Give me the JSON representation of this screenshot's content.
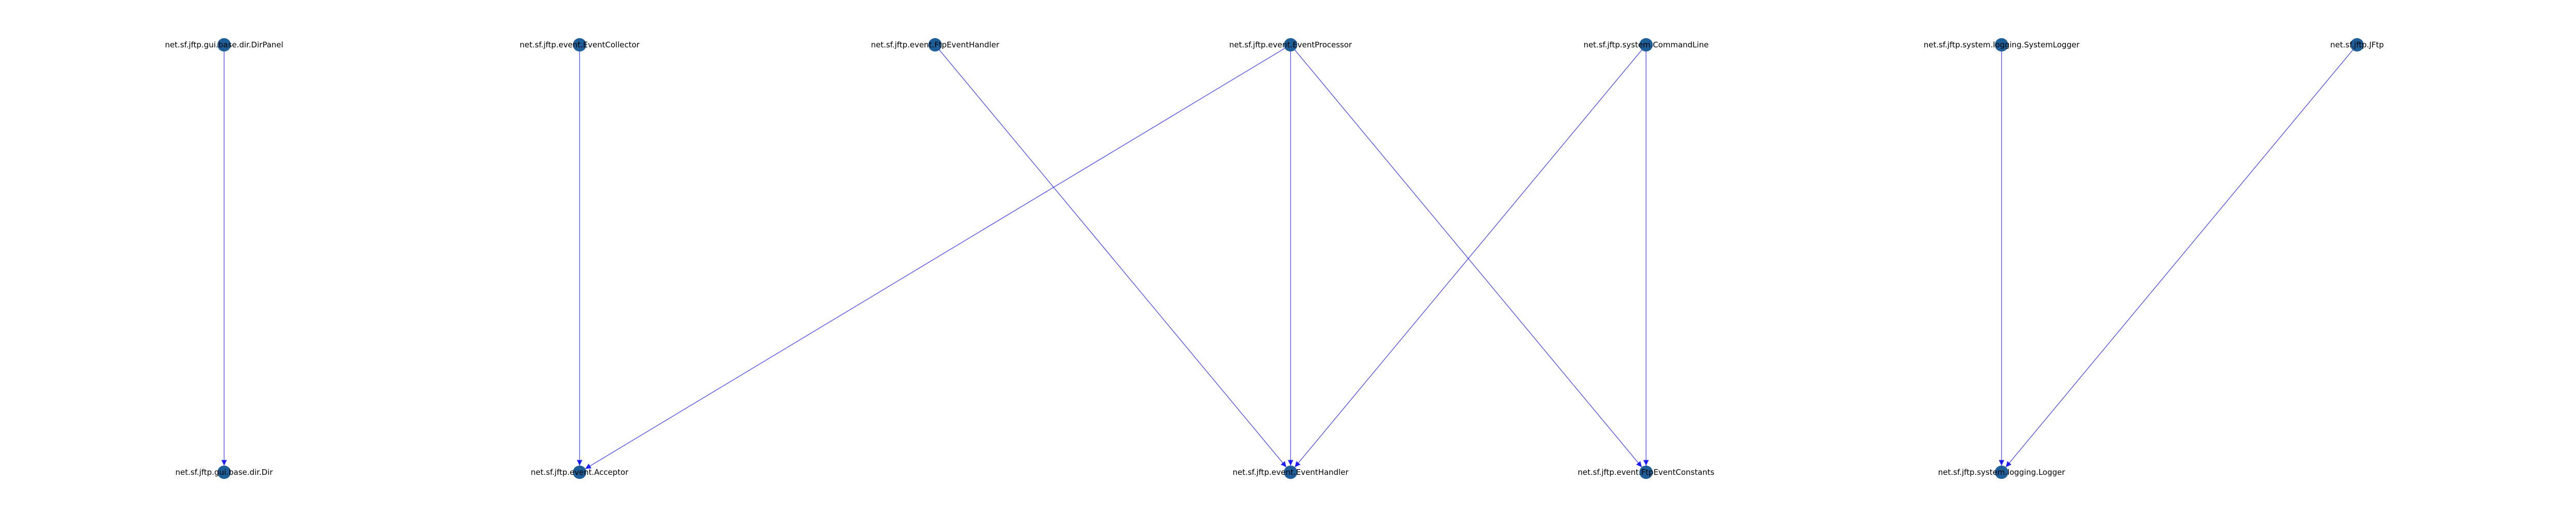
{
  "graph": {
    "node_color": "#1f5f99",
    "edge_color": "#0000ff",
    "nodes": [
      {
        "id": "n1",
        "label": "net.sf.jftp.gui.base.dir.DirPanel"
      },
      {
        "id": "n2",
        "label": "net.sf.jftp.event.EventCollector"
      },
      {
        "id": "n3",
        "label": "net.sf.jftp.event.FtpEventHandler"
      },
      {
        "id": "n4",
        "label": "net.sf.jftp.event.EventProcessor"
      },
      {
        "id": "n5",
        "label": "net.sf.jftp.system.CommandLine"
      },
      {
        "id": "n6",
        "label": "net.sf.jftp.system.logging.SystemLogger"
      },
      {
        "id": "n7",
        "label": "net.sf.jftp.JFtp"
      },
      {
        "id": "n8",
        "label": "net.sf.jftp.gui.base.dir.Dir"
      },
      {
        "id": "n9",
        "label": "net.sf.jftp.event.Acceptor"
      },
      {
        "id": "n10",
        "label": "net.sf.jftp.event.EventHandler"
      },
      {
        "id": "n11",
        "label": "net.sf.jftp.event.FtpEventConstants"
      },
      {
        "id": "n12",
        "label": "net.sf.jftp.system.logging.Logger"
      }
    ],
    "edges": [
      {
        "from": "n1",
        "to": "n8"
      },
      {
        "from": "n2",
        "to": "n9"
      },
      {
        "from": "n4",
        "to": "n9"
      },
      {
        "from": "n3",
        "to": "n10"
      },
      {
        "from": "n4",
        "to": "n10"
      },
      {
        "from": "n5",
        "to": "n10"
      },
      {
        "from": "n4",
        "to": "n11"
      },
      {
        "from": "n5",
        "to": "n11"
      },
      {
        "from": "n6",
        "to": "n12"
      },
      {
        "from": "n7",
        "to": "n12"
      }
    ]
  }
}
